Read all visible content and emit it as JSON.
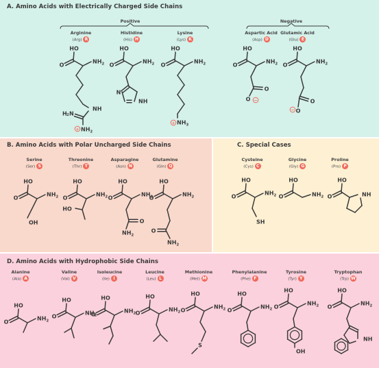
{
  "sections": {
    "a": {
      "title": "A.  Amino Acids with Electrically Charged Side Chains",
      "positive_label": "Positive",
      "negative_label": "Negative",
      "color": "#d4f1ea"
    },
    "b": {
      "title": "B.  Amino Acids with Polar Uncharged Side Chains",
      "color": "#f9d9cc"
    },
    "c": {
      "title": "C.  Special Cases",
      "color": "#fdf0d3"
    },
    "d": {
      "title": "D.  Amino Acids with Hydrophobic Side Chains",
      "color": "#fbd1dd"
    }
  },
  "colors": {
    "badge": "#f06a5a",
    "bond": "#3a3a3a"
  },
  "atoms": {
    "ho": "HO",
    "o": "O",
    "nh2": "NH",
    "sub2": "2",
    "nh": "NH",
    "h2n": "H",
    "n": "N",
    "oh": "OH",
    "sh": "SH",
    "s": "S",
    "h": "H",
    "plus": "+",
    "minus": "−",
    "nh3": "NH",
    "sub3": "3"
  },
  "amino_acids": [
    {
      "name": "Arginine",
      "abbr": "(Arg)",
      "letter": "R"
    },
    {
      "name": "Histidine",
      "abbr": "(His)",
      "letter": "H"
    },
    {
      "name": "Lysine",
      "abbr": "(Lys)",
      "letter": "K"
    },
    {
      "name": "Aspartic Acid",
      "abbr": "(Asp)",
      "letter": "D"
    },
    {
      "name": "Glutamic Acid",
      "abbr": "(Glu)",
      "letter": "E"
    },
    {
      "name": "Serine",
      "abbr": "(Ser)",
      "letter": "S"
    },
    {
      "name": "Threonine",
      "abbr": "(Thr)",
      "letter": "T"
    },
    {
      "name": "Asparagine",
      "abbr": "(Asn)",
      "letter": "N"
    },
    {
      "name": "Glutamine",
      "abbr": "(Gln)",
      "letter": "Q"
    },
    {
      "name": "Cysteine",
      "abbr": "(Cys)",
      "letter": "C"
    },
    {
      "name": "Glycine",
      "abbr": "(Gly)",
      "letter": "G"
    },
    {
      "name": "Proline",
      "abbr": "(Pro)",
      "letter": "P"
    },
    {
      "name": "Alanine",
      "abbr": "(Ala)",
      "letter": "A"
    },
    {
      "name": "Valine",
      "abbr": "(Val)",
      "letter": "V"
    },
    {
      "name": "Isoleucine",
      "abbr": "(Ile)",
      "letter": "I"
    },
    {
      "name": "Leucine",
      "abbr": "(Leu)",
      "letter": "L"
    },
    {
      "name": "Methionine",
      "abbr": "(Met)",
      "letter": "M"
    },
    {
      "name": "Phenylalanine",
      "abbr": "(Phe)",
      "letter": "F"
    },
    {
      "name": "Tyrosine",
      "abbr": "(Tyr)",
      "letter": "Y"
    },
    {
      "name": "Tryptophan",
      "abbr": "(Trp)",
      "letter": "W"
    }
  ]
}
